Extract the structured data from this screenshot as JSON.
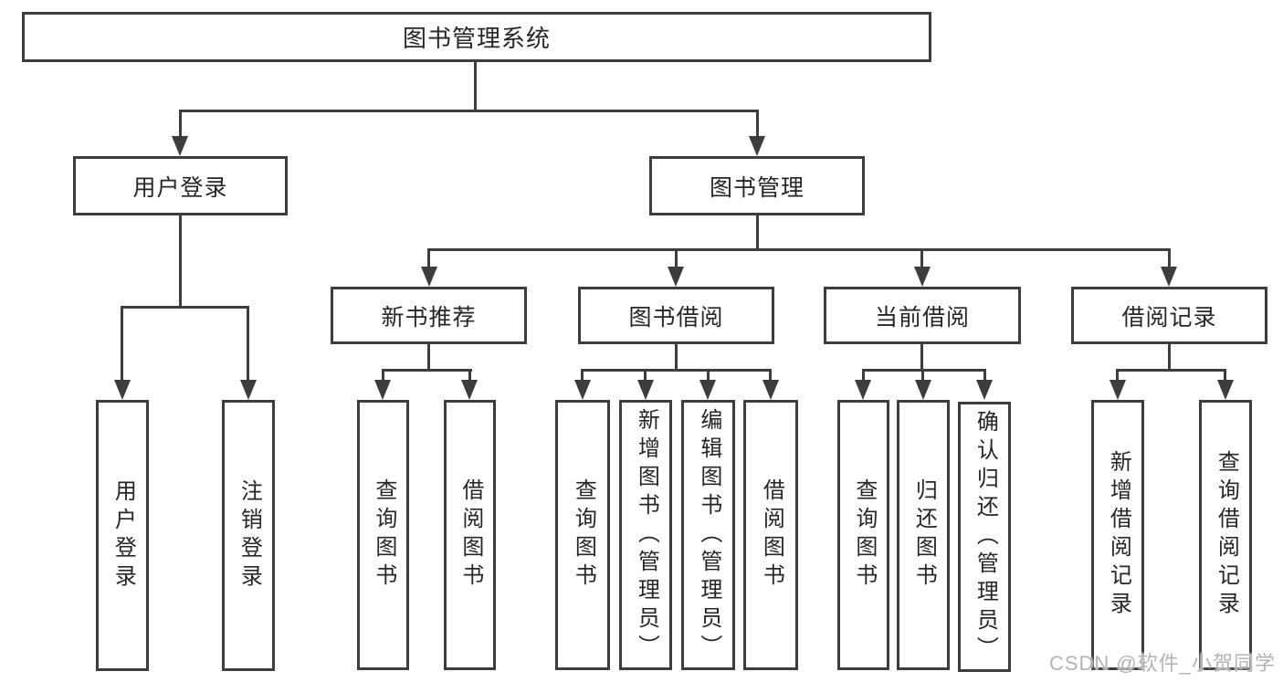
{
  "tree": {
    "label": "图书管理系统",
    "children": [
      {
        "label": "用户登录",
        "children": [
          {
            "label": "用户登录"
          },
          {
            "label": "注销登录"
          }
        ]
      },
      {
        "label": "图书管理",
        "children": [
          {
            "label": "新书推荐",
            "children": [
              {
                "label": "查询图书"
              },
              {
                "label": "借阅图书"
              }
            ]
          },
          {
            "label": "图书借阅",
            "children": [
              {
                "label": "查询图书"
              },
              {
                "label": "新增图书（管理员）"
              },
              {
                "label": "编辑图书（管理员）"
              },
              {
                "label": "借阅图书"
              }
            ]
          },
          {
            "label": "当前借阅",
            "children": [
              {
                "label": "查询图书"
              },
              {
                "label": "归还图书"
              },
              {
                "label": "确认归还（管理员）"
              }
            ]
          },
          {
            "label": "借阅记录",
            "children": [
              {
                "label": "新增借阅记录"
              },
              {
                "label": "查询借阅记录"
              }
            ]
          }
        ]
      }
    ]
  },
  "watermark": {
    "text": "CSDN @软件_小贺同学"
  },
  "colors": {
    "line": "#3d3d3d",
    "text": "#262626",
    "background": "#ffffff",
    "watermark": "#b3b3b3"
  }
}
